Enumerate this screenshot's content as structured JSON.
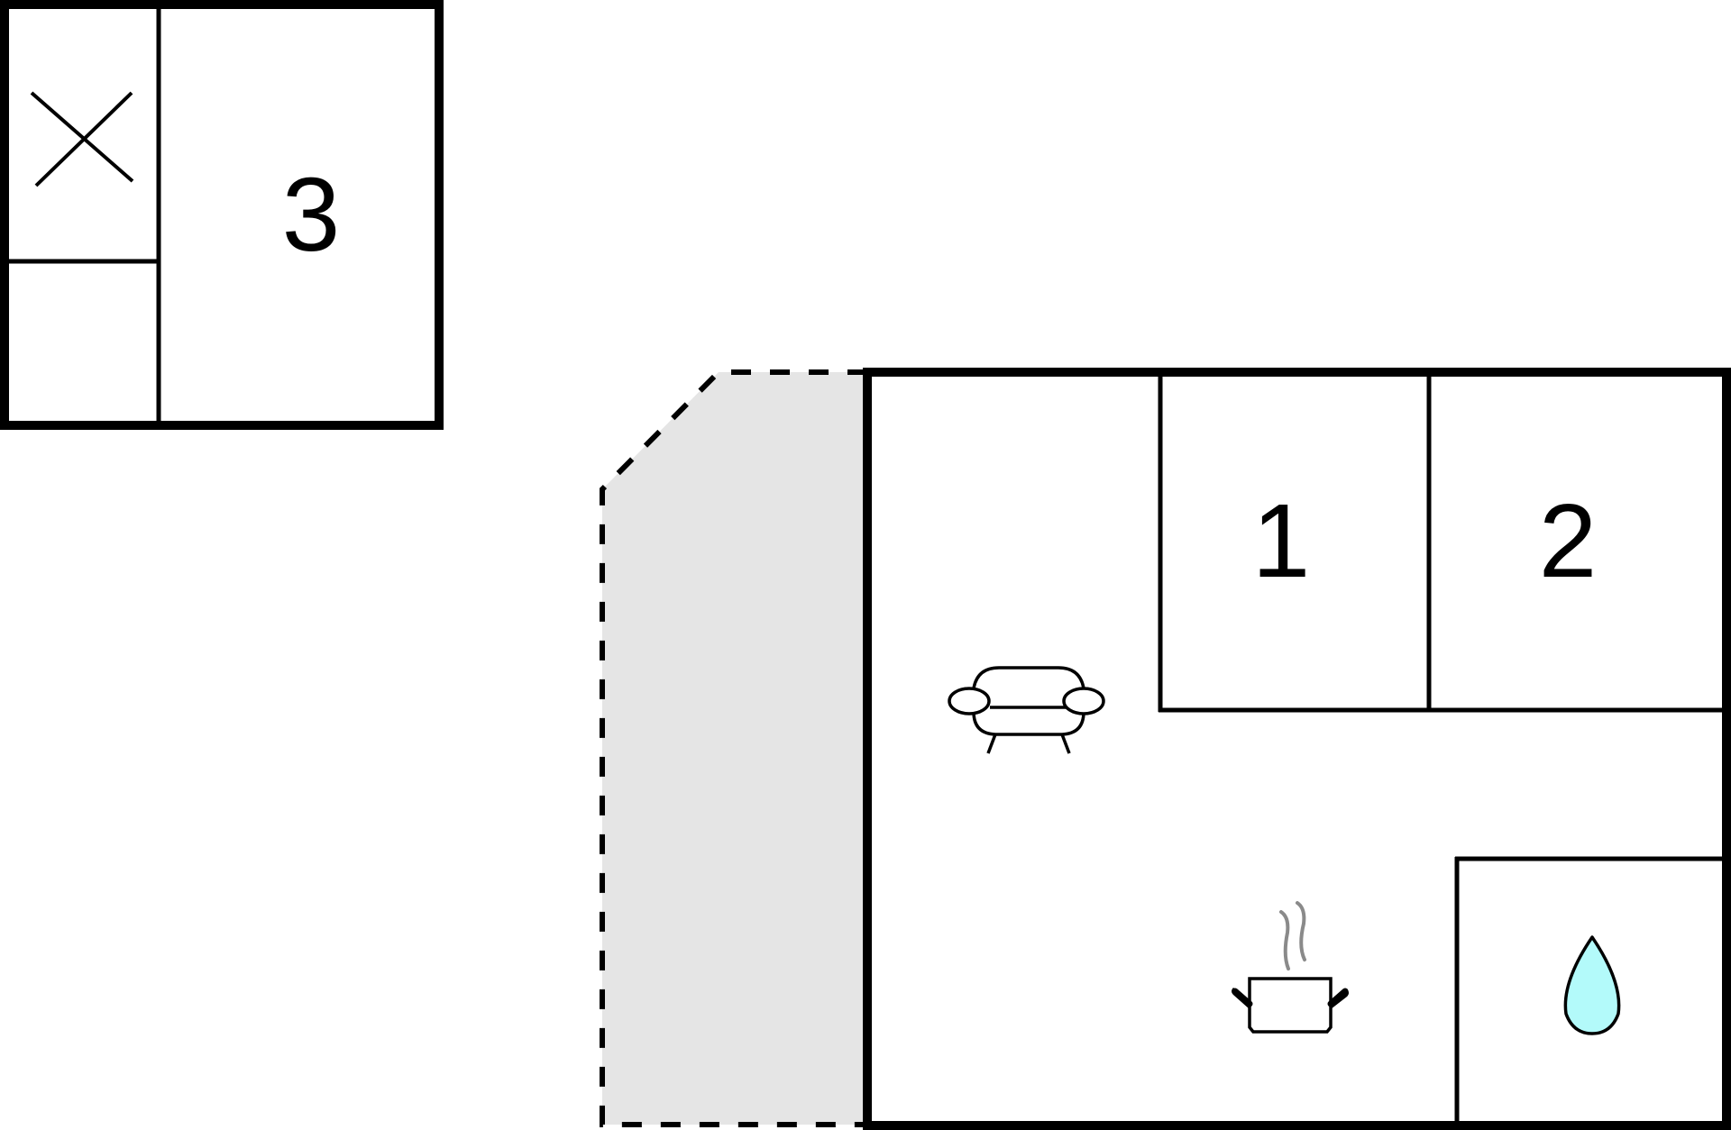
{
  "floorplan": {
    "colors": {
      "wall": "#000000",
      "background": "#ffffff",
      "terrace_fill": "#e5e5e5",
      "water_drop": "#b3fafa",
      "steam": "#8a8a8a"
    },
    "annex": {
      "rooms": [
        {
          "id": "annex-closed-area",
          "label": "",
          "marker": "x-cross"
        },
        {
          "id": "annex-small-room",
          "label": ""
        },
        {
          "id": "bedroom-3",
          "label": "3"
        }
      ]
    },
    "main": {
      "rooms": [
        {
          "id": "living-kitchen",
          "label": "",
          "icons": [
            "sofa-icon",
            "cooking-pot-icon"
          ]
        },
        {
          "id": "bedroom-1",
          "label": "1"
        },
        {
          "id": "bedroom-2",
          "label": "2"
        },
        {
          "id": "bathroom",
          "label": "",
          "icons": [
            "water-drop-icon"
          ]
        }
      ]
    },
    "terrace": {
      "id": "terrace",
      "style": "dashed-outline"
    },
    "labels": {
      "bedroom_1": "1",
      "bedroom_2": "2",
      "bedroom_3": "3"
    }
  }
}
